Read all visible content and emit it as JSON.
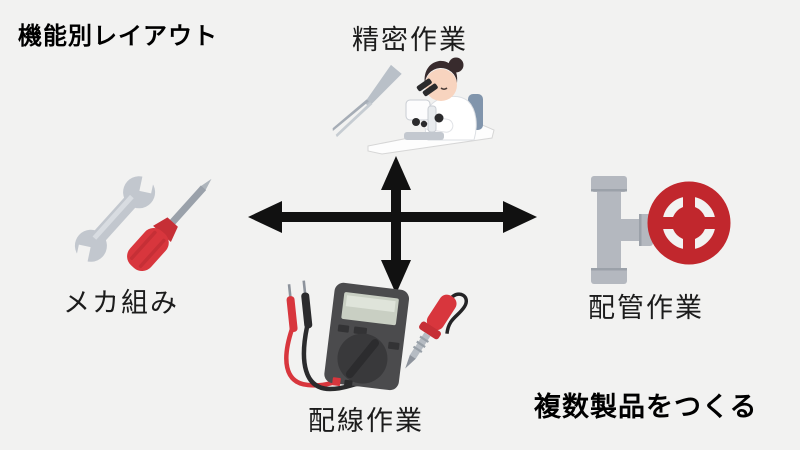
{
  "title": "機能別レイアウト",
  "annotation": "複数製品をつくる",
  "quadrants": {
    "top": {
      "label": "精密作業",
      "icon": "precision-microscope-work-icon"
    },
    "left": {
      "label": "メカ組み",
      "icon": "wrench-screwdriver-icon"
    },
    "right": {
      "label": "配管作業",
      "icon": "pipe-tee-valve-wheel-icon"
    },
    "bottom": {
      "label": "配線作業",
      "icon": "multimeter-soldering-iron-icon"
    }
  },
  "axes": {
    "description": "four-way cross arrows",
    "color": "#111111"
  },
  "colors": {
    "background": "#f2f2f1",
    "text": "#111111",
    "arrow": "#111111",
    "accent_red": "#c1272d",
    "tool_red": "#d8363d",
    "tool_gray": "#c2c7ce",
    "pipe_gray": "#b4b8bf",
    "meter_body": "#4b4b4d",
    "lcd_green": "#c9cfc3",
    "skin": "#f8d4bf",
    "hair": "#382b2d",
    "chair_blue": "#8195ac"
  }
}
